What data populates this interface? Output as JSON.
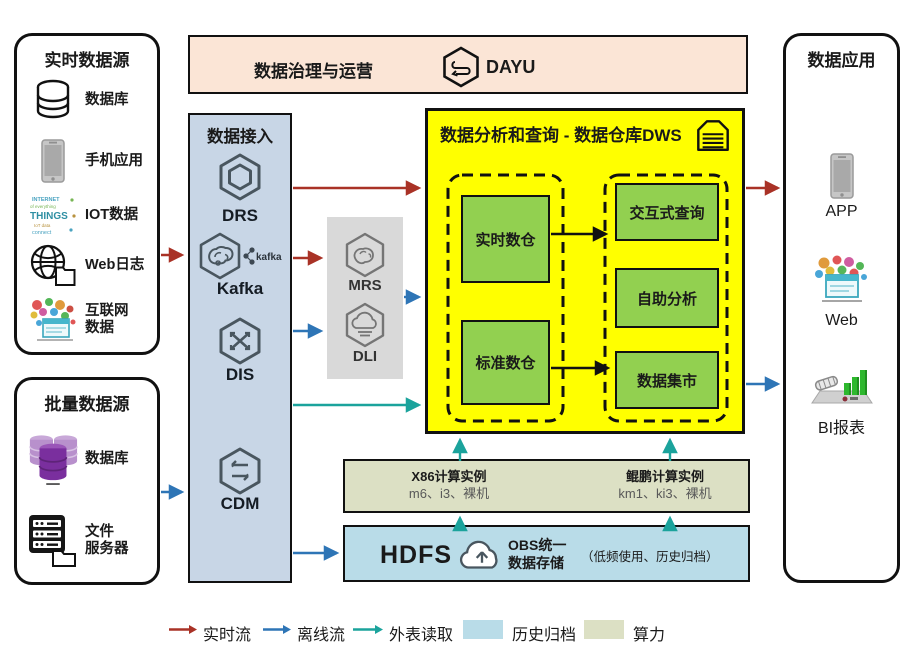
{
  "banner": {
    "title": "数据治理与运营",
    "logo": "DAYU"
  },
  "realtime_sources": {
    "title": "实时数据源",
    "items": [
      {
        "label": "数据库",
        "icon": "database-icon"
      },
      {
        "label": "手机应用",
        "icon": "mobile-app-icon"
      },
      {
        "label": "IOT数据",
        "icon": "iot-icon"
      },
      {
        "label": "Web日志",
        "icon": "web-log-icon"
      },
      {
        "label": "互联网\n数据",
        "icon": "internet-data-icon"
      }
    ]
  },
  "batch_sources": {
    "title": "批量数据源",
    "items": [
      {
        "label": "数据库",
        "icon": "purple-database-icon"
      },
      {
        "label": "文件\n服务器",
        "icon": "file-server-icon"
      }
    ]
  },
  "ingestion": {
    "title": "数据接入",
    "services": [
      {
        "name": "DRS"
      },
      {
        "name": "Kafka",
        "logo": "kafka"
      },
      {
        "name": "DIS"
      },
      {
        "name": "CDM"
      }
    ]
  },
  "processing": {
    "services": [
      {
        "name": "MRS"
      },
      {
        "name": "DLI"
      }
    ]
  },
  "dws": {
    "title": "数据分析和查询 - 数据仓库DWS",
    "left": [
      "实时数仓",
      "标准数仓"
    ],
    "right": [
      "交互式查询",
      "自助分析",
      "数据集市"
    ]
  },
  "apps": {
    "title": "数据应用",
    "items": [
      {
        "label": "APP",
        "icon": "app-phone-icon"
      },
      {
        "label": "Web",
        "icon": "web-icon"
      },
      {
        "label": "BI报表",
        "icon": "bi-report-icon"
      }
    ]
  },
  "compute": {
    "x86_title": "X86计算实例",
    "x86_specs": "m6、i3、裸机",
    "kunpeng_title": "鲲鹏计算实例",
    "kunpeng_specs": "km1、ki3、裸机"
  },
  "storage": {
    "hdfs": "HDFS",
    "obs": "OBS统一\n数据存储",
    "note": "（低频使用、历史归档）"
  },
  "legend": {
    "realtime": "实时流",
    "offline": "离线流",
    "external": "外表读取",
    "archive": "历史归档",
    "compute": "算力"
  },
  "colors": {
    "realtime_flow": "#a93226",
    "offline_flow": "#2e75b6",
    "external_read": "#1ba39c",
    "archive": "#b9dce8",
    "compute_power": "#dce0c4",
    "dws_bg": "#ffff00",
    "warehouse_green": "#92d050",
    "ingestion_bg": "#c8d6e6",
    "banner_bg": "#fbe5d6",
    "processing_bg": "#d9d9d9"
  }
}
